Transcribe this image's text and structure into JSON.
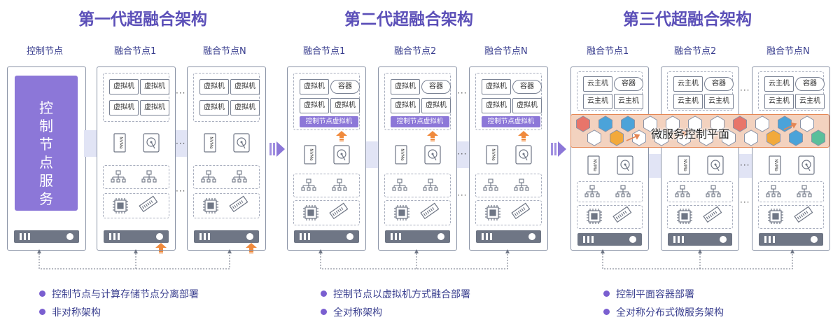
{
  "generations": [
    {
      "title": "第一代超融合架构",
      "nodes": [
        "控制节点",
        "融合节点1",
        "融合节点N"
      ],
      "control_service": [
        "控",
        "制",
        "节",
        "点",
        "服",
        "务"
      ],
      "vm_label": "虚拟机",
      "bullets": [
        "控制节点与计算存储节点分离部署",
        "非对称架构"
      ]
    },
    {
      "title": "第二代超融合架构",
      "nodes": [
        "融合节点1",
        "融合节点2",
        "融合节点N"
      ],
      "vm_label": "虚拟机",
      "container_label": "容器",
      "control_vm_label": "控制节点虚拟机",
      "bullets": [
        "控制节点以虚拟机方式融合部署",
        "全对称架构"
      ]
    },
    {
      "title": "第三代超融合架构",
      "nodes": [
        "融合节点1",
        "融合节点2",
        "融合节点N"
      ],
      "host_label": "云主机",
      "container_label": "容器",
      "mesh_label": "微服务控制平面",
      "bullets": [
        "控制平面容器部署",
        "全对称分布式微服务架构"
      ]
    }
  ],
  "nvme_label": "NVMe",
  "ellipsis": "···",
  "colors": {
    "accent": "#5b4fb8",
    "control": "#8c77d8",
    "arrow": "#f08a3c",
    "mesh_border": "#e58654",
    "band": "#e1e4f5"
  }
}
